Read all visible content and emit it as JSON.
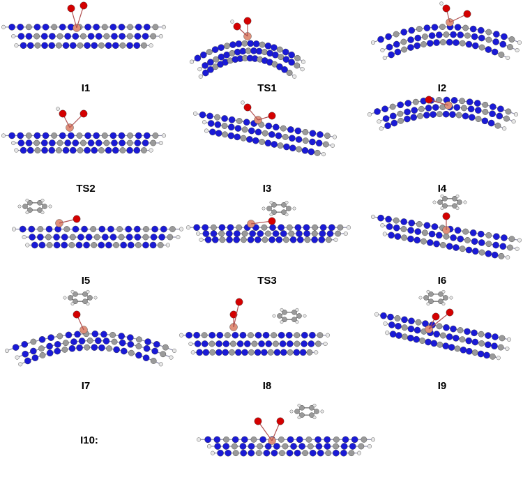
{
  "colors": {
    "nitrogen": "#1a1ad6",
    "carbon": "#9a9a9a",
    "hydrogen": "#e8e8e8",
    "oxygen": "#d40000",
    "copper": "#e0907a",
    "bond": "#8a8aa8"
  },
  "panels": [
    {
      "id": "I1",
      "label": "I1",
      "kind": "flat",
      "ads": [
        "O",
        "O"
      ]
    },
    {
      "id": "TS1",
      "label": "TS1",
      "kind": "bowl",
      "ads": [
        "O",
        "O",
        "H"
      ]
    },
    {
      "id": "I2",
      "label": "I2",
      "kind": "dome",
      "ads": [
        "O",
        "O",
        "H"
      ]
    },
    {
      "id": "TS2",
      "label": "TS2",
      "kind": "flat",
      "ads": [
        "O",
        "O",
        "H"
      ]
    },
    {
      "id": "I3",
      "label": "I3",
      "kind": "tilt",
      "ads": [
        "O",
        "O",
        "H"
      ]
    },
    {
      "id": "I4",
      "label": "I4",
      "kind": "dome",
      "ads": [
        "O"
      ]
    },
    {
      "id": "I5",
      "label": "I5",
      "kind": "flat",
      "ads": [
        "O",
        "ring"
      ]
    },
    {
      "id": "TS3",
      "label": "TS3",
      "kind": "flat",
      "ads": [
        "O",
        "ring"
      ]
    },
    {
      "id": "I6",
      "label": "I6",
      "kind": "tilt",
      "ads": [
        "O",
        "ring"
      ]
    },
    {
      "id": "I7",
      "label": "I7",
      "kind": "bowl",
      "ads": [
        "O",
        "ring"
      ]
    },
    {
      "id": "I8",
      "label": "I8",
      "kind": "flat",
      "ads": [
        "O",
        "O",
        "ring"
      ]
    },
    {
      "id": "I9",
      "label": "I9",
      "kind": "tilt",
      "ads": [
        "O",
        "O",
        "ring"
      ]
    },
    {
      "id": "I10",
      "label": "I10:",
      "kind": "flat",
      "ads": [
        "O",
        "O",
        "ring"
      ]
    }
  ]
}
